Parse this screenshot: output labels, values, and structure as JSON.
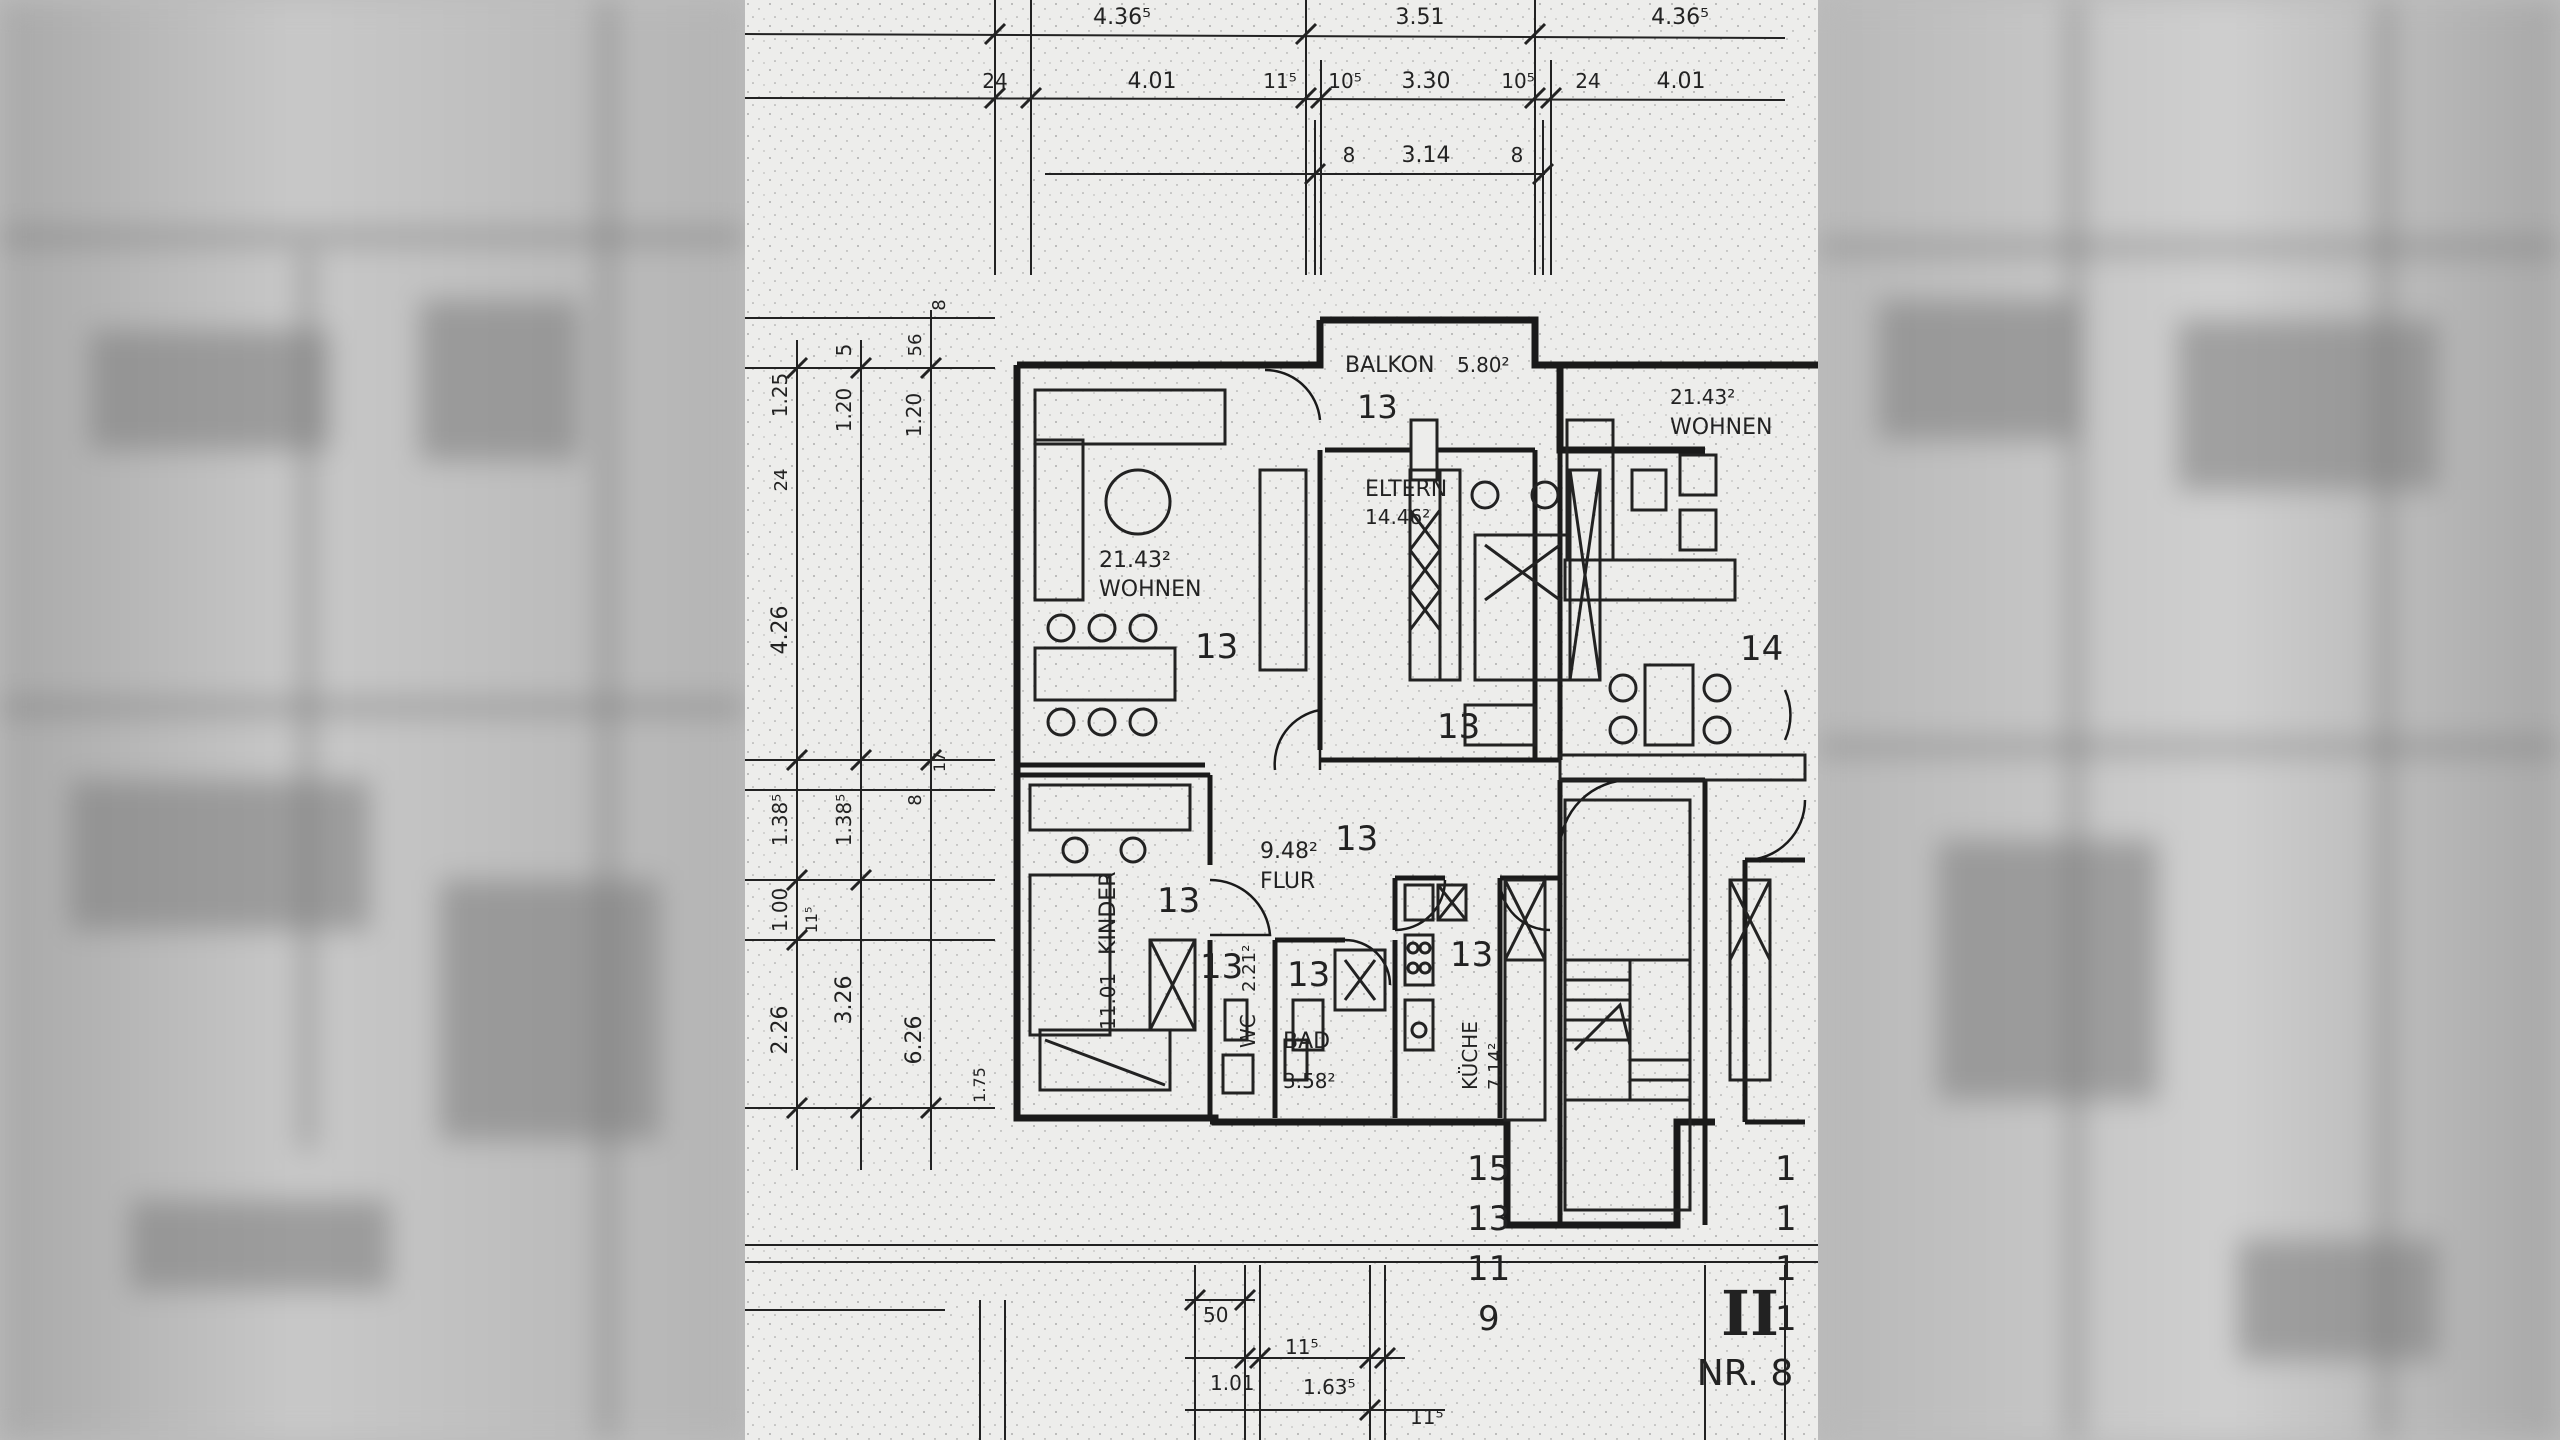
{
  "top_dimensions": {
    "row1": [
      "4.36⁵",
      "3.51",
      "4.36⁵"
    ],
    "row2": [
      "24",
      "4.01",
      "11⁵",
      "10⁵",
      "3.30",
      "10⁵",
      "24",
      "4.01"
    ],
    "row3": [
      "8",
      "3.14",
      "8"
    ]
  },
  "left_dimensions": {
    "outer": [
      "1.25",
      "24",
      "4.26",
      "1.38⁵",
      "1.00",
      "2.26"
    ],
    "middle": [
      "5",
      "1.20",
      "1.38⁵",
      "11⁵",
      "3.26"
    ],
    "inner": [
      "56",
      "8",
      "1.20",
      "17",
      "8",
      "6.26",
      "1.75"
    ]
  },
  "rooms": {
    "balkon": {
      "label": "BALKON",
      "area": "5.80²",
      "height": "13"
    },
    "wohnen": {
      "area": "21.43²",
      "label": "WOHNEN",
      "height": "13"
    },
    "eltern": {
      "label": "ELTERN",
      "area": "14.46²",
      "height": "13"
    },
    "wohnen_right": {
      "area": "21.43²",
      "label": "WOHNEN",
      "height": "14"
    },
    "flur": {
      "area": "9.48²",
      "label": "FLUR",
      "height": "13"
    },
    "kinder": {
      "area": "11.01",
      "label": "KINDER",
      "height": "13"
    },
    "wc": {
      "label": "WC",
      "area": "2.21²",
      "height": "13"
    },
    "bad": {
      "label": "BAD",
      "area": "3.58²",
      "height": "13"
    },
    "kueche": {
      "label": "KÜCHE",
      "area": "7.14²",
      "height": "13"
    }
  },
  "stair_numbers": [
    "15",
    "13",
    "11",
    "9"
  ],
  "right_edge_numbers": [
    "1",
    "1",
    "1",
    "1"
  ],
  "unit": {
    "floor": "II",
    "number": "NR. 8"
  },
  "bottom_dimensions": [
    "50",
    "11⁵",
    "1.01",
    "1.63⁵",
    "11⁵"
  ]
}
